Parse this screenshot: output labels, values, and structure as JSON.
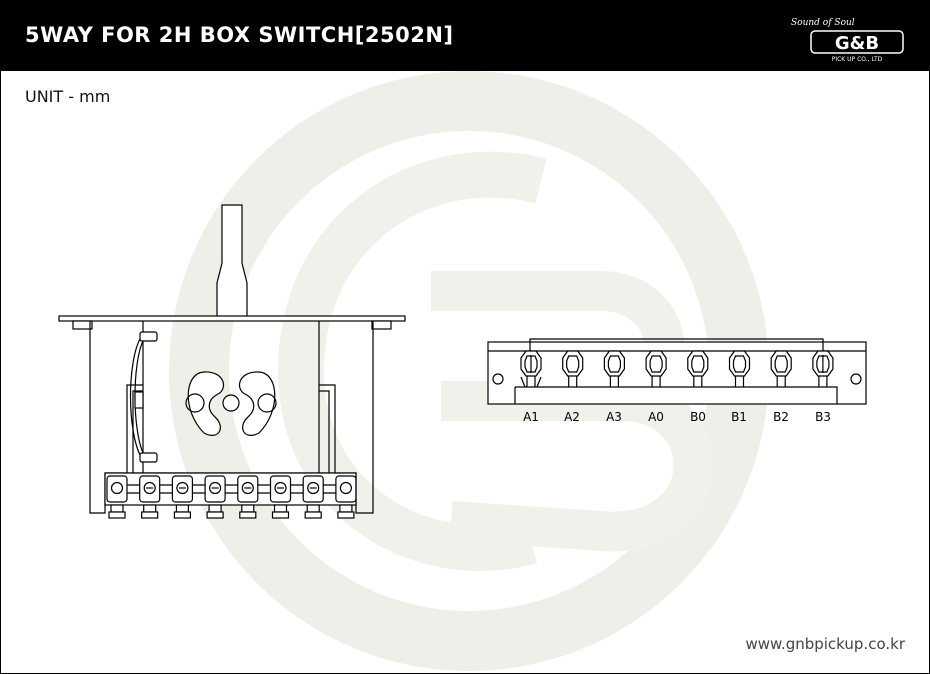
{
  "header": {
    "title": "5WAY FOR 2H BOX SWITCH[2502N]",
    "logo_script": "Sound of Soul",
    "logo_main": "G&B",
    "logo_sub": "PICK UP CO., LTD",
    "background": "#000000"
  },
  "unit_label": "UNIT - mm",
  "terminal_labels": [
    "A1",
    "A2",
    "A3",
    "A0",
    "B0",
    "B1",
    "B2",
    "B3"
  ],
  "website": "www.gnbpickup.co.kr",
  "colors": {
    "line": "#000000",
    "watermark": "#efefea"
  }
}
